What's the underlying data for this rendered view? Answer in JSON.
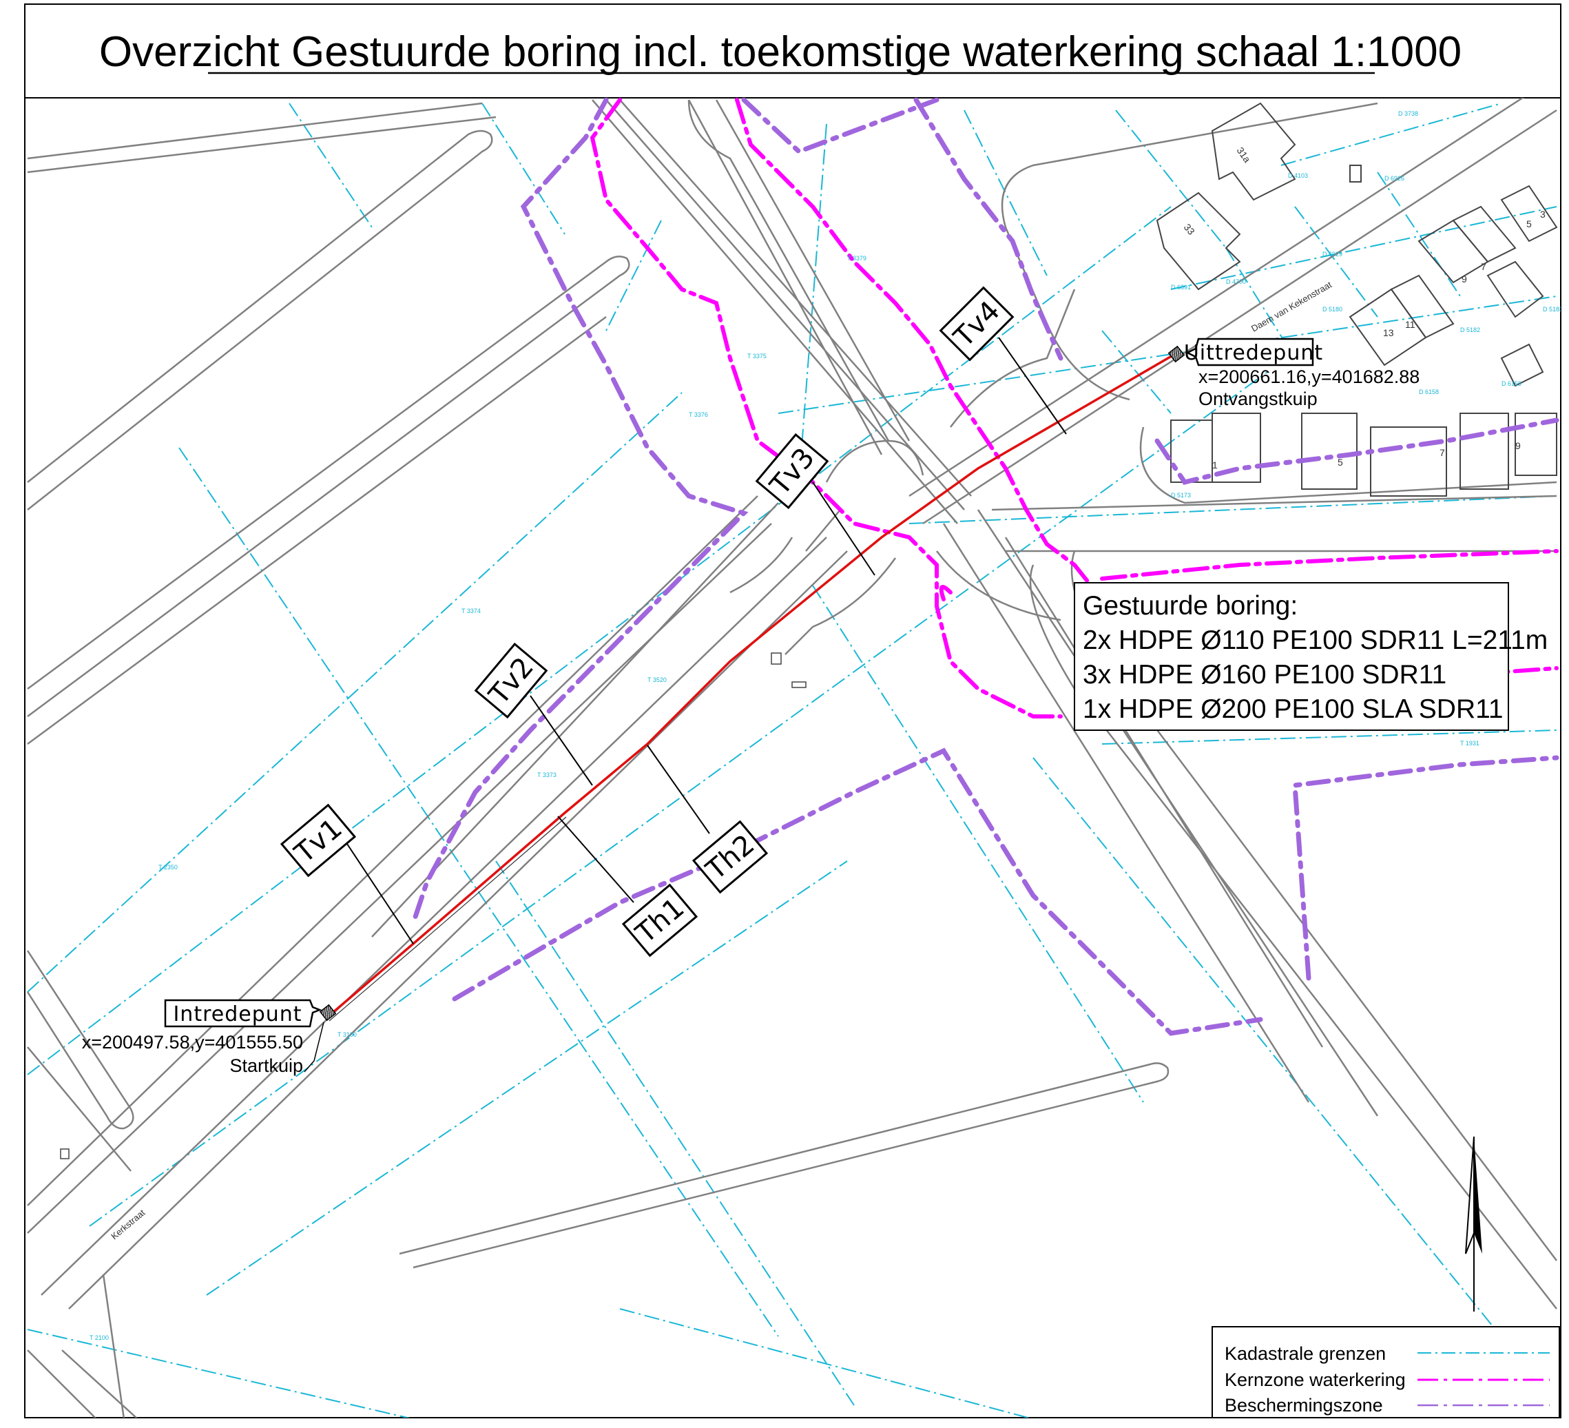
{
  "title": "Overzicht Gestuurde boring incl. toekomstige waterkering   schaal 1:1000",
  "entry_point": {
    "label": "Intredepunt",
    "coords": "x=200497.58,y=401555.50",
    "pit": "Startkuip"
  },
  "exit_point": {
    "label": "Uittredepunt",
    "coords": "x=200661.16,y=401682.88",
    "pit": "Ontvangstkuip"
  },
  "markers": {
    "tv1": "Tv1",
    "tv2": "Tv2",
    "tv3": "Tv3",
    "tv4": "Tv4",
    "th1": "Th1",
    "th2": "Th2"
  },
  "info_box": {
    "heading": "Gestuurde boring:",
    "line1": "2x HDPE Ø110 PE100 SDR11 L=211m",
    "line2": "3x HDPE Ø160 PE100 SDR11",
    "line3": "1x HDPE Ø200 PE100 SLA SDR11"
  },
  "legend": {
    "items": [
      {
        "label": "Kadastrale grenzen",
        "color": "#1ab7d6"
      },
      {
        "label": "Kernzone waterkering",
        "color": "#ff00ff"
      },
      {
        "label": "Beschermingszone",
        "color": "#a066dd"
      }
    ]
  },
  "streets": {
    "kerkstraat": "Kerkstraat",
    "daem": "Daem van Kekenstraat"
  },
  "house_numbers": {
    "h31a": "31a",
    "h33": "33",
    "h5a": "5",
    "h3": "3",
    "h9a": "9",
    "h7a": "7",
    "h13": "13",
    "h11": "11",
    "h1": "1",
    "h5b": "5",
    "h7b": "7",
    "h9b": "9"
  },
  "parcel_numbers": {
    "p1": "T 3376",
    "p2": "T 3374",
    "p3": "T 3373",
    "p4": "T 2350",
    "p5": "T 3100",
    "p6": "T 2100",
    "p7": "T 1931",
    "p8": "T 3379",
    "p9": "T 3375",
    "p10": "D 4103",
    "p11": "D 6926",
    "p12": "D 4700",
    "p13": "D 6891",
    "p14": "D 5180",
    "p15": "D 5182",
    "p16": "D 5183",
    "p17": "D 6158",
    "p18": "D 6159",
    "p19": "D 5173",
    "p20": "D 3738",
    "p21": "D 6929",
    "p22": "T 3520"
  },
  "colors": {
    "cadastral": "#1ab7d6",
    "core_zone": "#ff00ff",
    "protection_zone": "#a066dd",
    "bore_line": "#e01010",
    "road": "#808080"
  }
}
